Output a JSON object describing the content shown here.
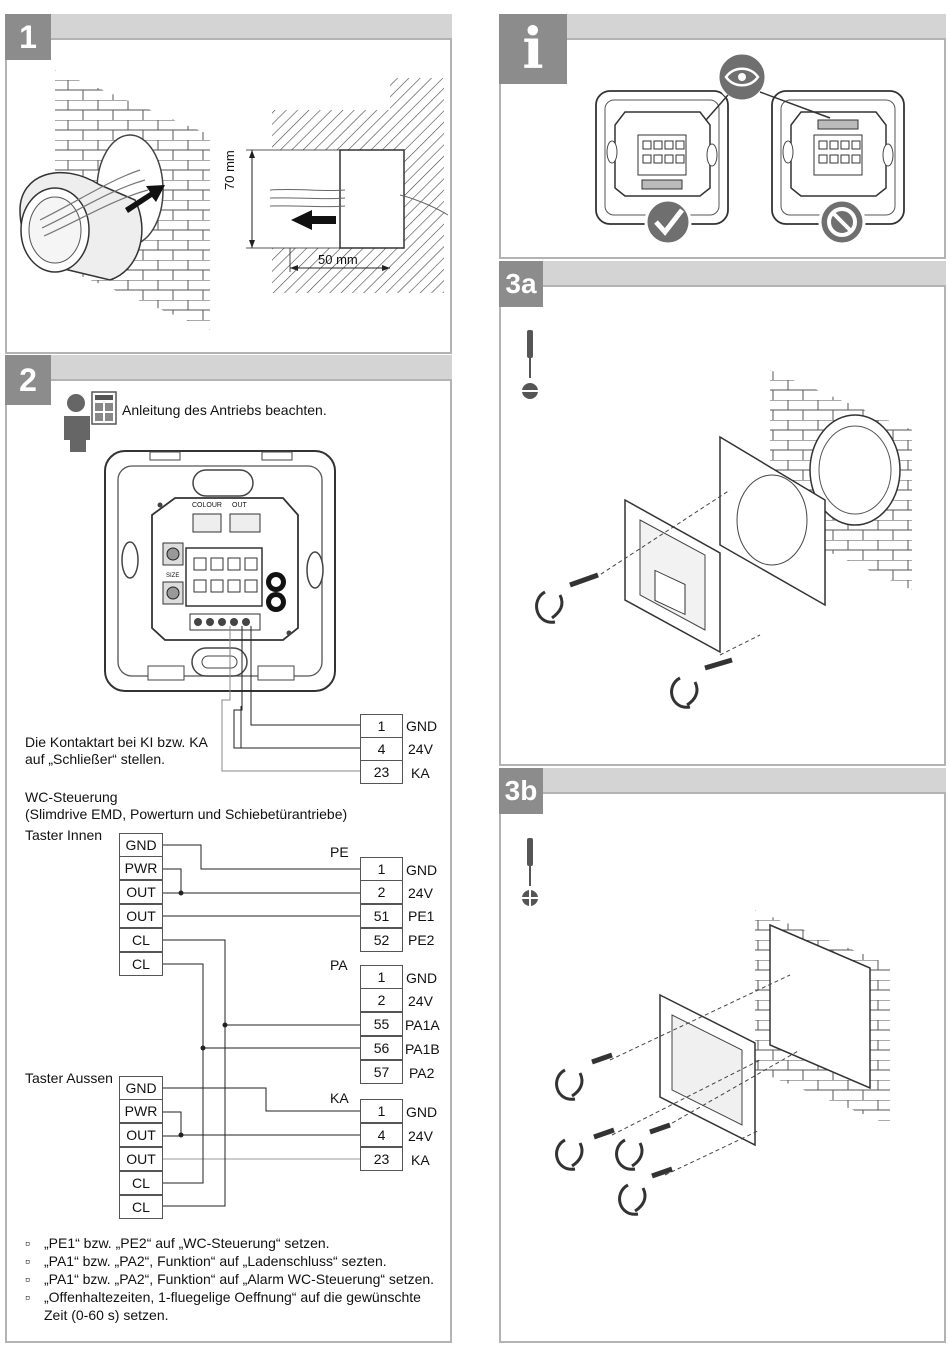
{
  "steps": {
    "s1": "1",
    "s2": "2",
    "s3a": "3a",
    "s3b": "3b",
    "info": "i"
  },
  "fig1": {
    "dim_height": "70 mm",
    "dim_depth": "50 mm"
  },
  "fig2": {
    "colour": "COLOUR",
    "out": "OUT",
    "size": "SIZE"
  },
  "note": {
    "line1": "Anleitung des Antriebs beachten."
  },
  "contact_note": {
    "line1": "Die Kontaktart bei KI bzw. KA",
    "line2": "auf „Schließer“ stellen."
  },
  "top_table": [
    {
      "num": "1",
      "label": "GND"
    },
    {
      "num": "4",
      "label": "24V"
    },
    {
      "num": "23",
      "label": "KA"
    }
  ],
  "wc": {
    "title": "WC-Steuerung",
    "subtitle": "(Slimdrive EMD, Powerturn und Schiebetürantriebe)",
    "inner": "Taster Innen",
    "outer": "Taster Aussen"
  },
  "taster_innen": [
    "GND",
    "PWR",
    "OUT",
    "OUT",
    "CL",
    "CL"
  ],
  "taster_aussen": [
    "GND",
    "PWR",
    "OUT",
    "OUT",
    "CL",
    "CL"
  ],
  "groups": {
    "pe": "PE",
    "pa": "PA",
    "ka": "KA"
  },
  "pe_table": [
    {
      "num": "1",
      "label": "GND"
    },
    {
      "num": "2",
      "label": "24V"
    },
    {
      "num": "51",
      "label": "PE1"
    },
    {
      "num": "52",
      "label": "PE2"
    }
  ],
  "pa_table": [
    {
      "num": "1",
      "label": "GND"
    },
    {
      "num": "2",
      "label": "24V"
    },
    {
      "num": "55",
      "label": "PA1A"
    },
    {
      "num": "56",
      "label": "PA1B"
    },
    {
      "num": "57",
      "label": "PA2"
    }
  ],
  "ka_table": [
    {
      "num": "1",
      "label": "GND"
    },
    {
      "num": "4",
      "label": "24V"
    },
    {
      "num": "23",
      "label": "KA"
    }
  ],
  "bullets": {
    "b1": "„PE1“ bzw. „PE2“ auf „WC-Steuerung“ setzen.",
    "b2": "„PA1“ bzw. „PA2“, Funktion“ auf „Ladenschluss“ sezten.",
    "b3": "„PA1“ bzw. „PA2“, Funktion“ auf „Alarm WC-Steuerung“ setzen.",
    "b4a": "„Offenhaltezeiten, 1-fluegelige Oeffnung“ auf die gewünschte",
    "b4b": "Zeit (0-60 s) setzen."
  }
}
